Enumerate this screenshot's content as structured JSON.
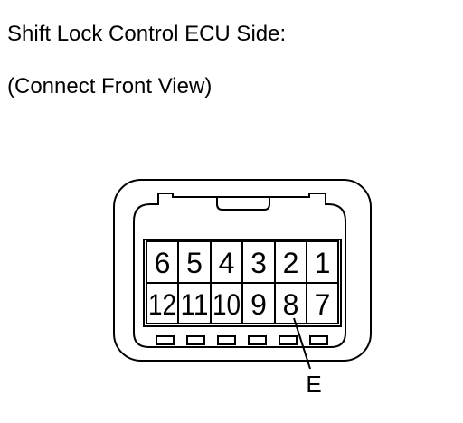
{
  "header": {
    "title": "Shift Lock Control ECU Side:",
    "subtitle": "(Connect Front View)"
  },
  "connector": {
    "top_row_pins": [
      "6",
      "5",
      "4",
      "3",
      "2",
      "1"
    ],
    "bottom_row_pins": [
      "12",
      "11",
      "10",
      "9",
      "8",
      "7"
    ],
    "pointer_label": "E"
  }
}
